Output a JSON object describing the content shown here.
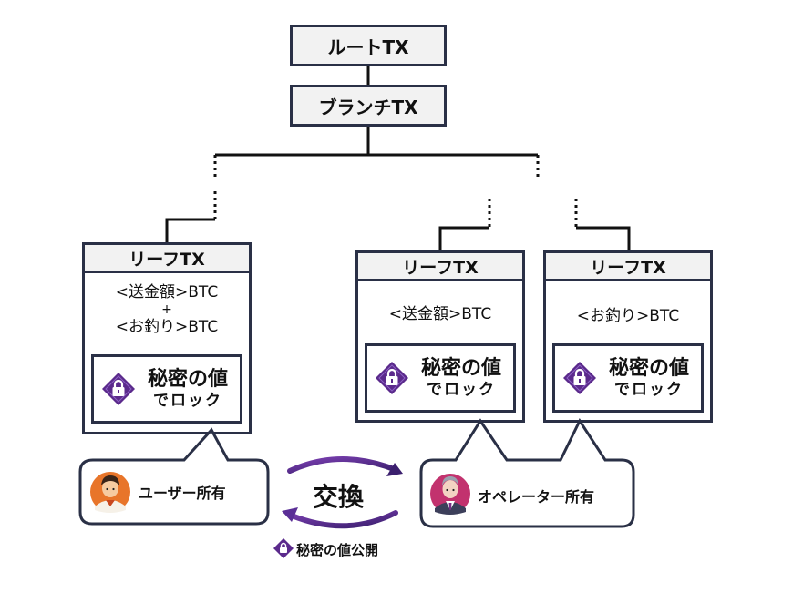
{
  "root": {
    "label": "ルートTX"
  },
  "branch": {
    "label": "ブランチTX"
  },
  "leaves": [
    {
      "header": "リーフTX",
      "line1": "<送金額>BTC",
      "plus": "+",
      "line2": "<お釣り>BTC",
      "lock_line1": "秘密の値",
      "lock_line2": "でロック"
    },
    {
      "header": "リーフTX",
      "line1": "<送金額>BTC",
      "lock_line1": "秘密の値",
      "lock_line2": "でロック"
    },
    {
      "header": "リーフTX",
      "line1": "<お釣り>BTC",
      "lock_line1": "秘密の値",
      "lock_line2": "でロック"
    }
  ],
  "owners": {
    "user": "ユーザー所有",
    "operator": "オペレーター所有"
  },
  "exchange": "交換",
  "reveal": "秘密の値公開",
  "colors": {
    "border": "#2a3046",
    "header_fill": "#f2f2f2",
    "lock_purple": "#5b2a8c",
    "exchange_gradient": [
      "#7a3fb0",
      "#3b1f6e"
    ],
    "user_avatar": "#e8752a",
    "operator_avatar": "#c2326e"
  },
  "icons": {
    "lock": "lock-icon",
    "user": "user-avatar-icon",
    "operator": "operator-avatar-icon",
    "exchange": "exchange-arrows-icon"
  }
}
